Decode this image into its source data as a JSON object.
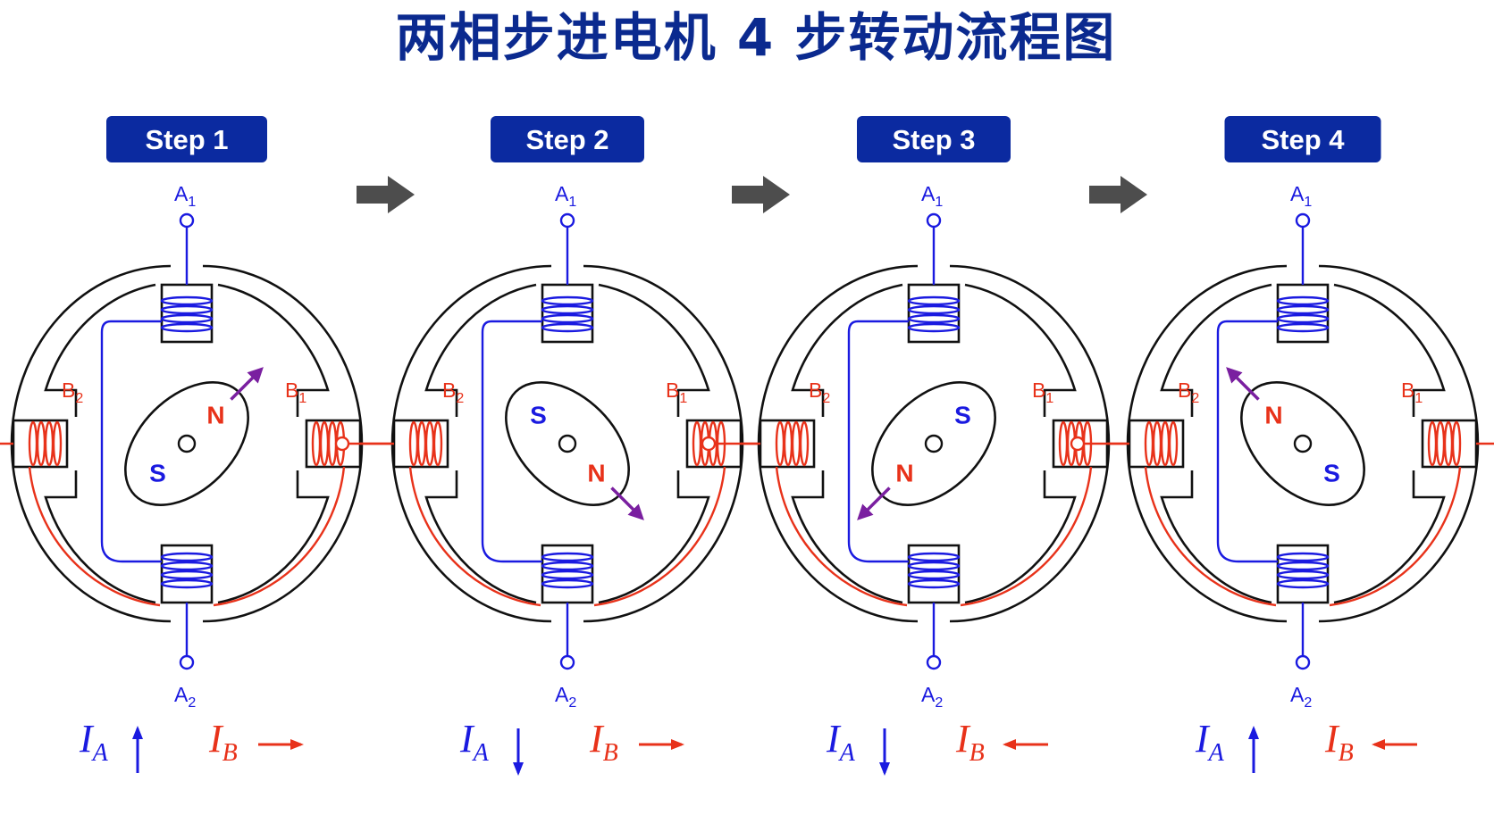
{
  "title": "两相步进电机 4 步转动流程图",
  "colors": {
    "phase_a": "#1a1ae0",
    "phase_b": "#e8321a",
    "badge": "#0b2aa0",
    "title": "#0b2a8f",
    "rotor_arrow": "#7a1fa0",
    "flow_arrow": "#4d4d4d",
    "frame": "#111111"
  },
  "icons": {
    "flow": "right-arrow-icon",
    "current_arrow": "direction-arrow-icon"
  },
  "terminals": {
    "a1": "A",
    "a1_sub": "1",
    "a2": "A",
    "a2_sub": "2",
    "b1": "B",
    "b1_sub": "1",
    "b2": "B",
    "b2_sub": "2"
  },
  "current_symbols": {
    "ia": "I",
    "ia_sub": "A",
    "ib": "I",
    "ib_sub": "B"
  },
  "steps": [
    {
      "label": "Step 1",
      "north_at": "upper-right",
      "ia_direction": "up",
      "ib_direction": "right",
      "magnetic_axis_deg": 45
    },
    {
      "label": "Step 2",
      "north_at": "lower-right",
      "ia_direction": "down",
      "ib_direction": "right",
      "magnetic_axis_deg": -45
    },
    {
      "label": "Step 3",
      "north_at": "lower-left",
      "ia_direction": "down",
      "ib_direction": "left",
      "magnetic_axis_deg": -135
    },
    {
      "label": "Step 4",
      "north_at": "upper-left",
      "ia_direction": "up",
      "ib_direction": "left",
      "magnetic_axis_deg": 135
    }
  ],
  "pole_labels": {
    "north": "N",
    "south": "S"
  }
}
